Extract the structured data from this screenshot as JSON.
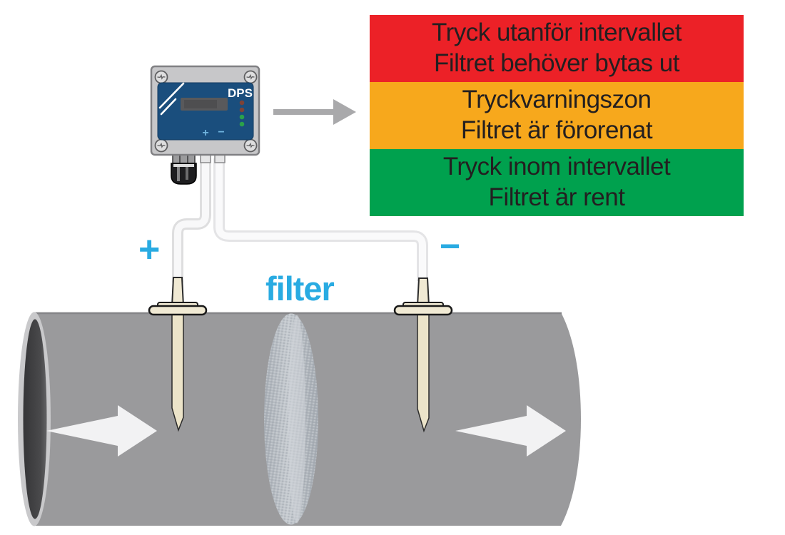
{
  "legend": {
    "bands": [
      {
        "status": "alarm",
        "color": "#EC2127",
        "lines": [
          "Tryck utanför intervallet",
          "Filtret behöver bytas ut"
        ]
      },
      {
        "status": "warning",
        "color": "#F7A81C",
        "lines": [
          "Tryckvarningszon",
          "Filtret är förorenat"
        ]
      },
      {
        "status": "ok",
        "color": "#00A14E",
        "lines": [
          "Tryck inom intervallet",
          "Filtret är rent"
        ]
      }
    ]
  },
  "device": {
    "name": "DPS",
    "plus_port_label": "+",
    "minus_port_label": "−",
    "leds": [
      {
        "color": "#7E4337",
        "state": "off-red"
      },
      {
        "color": "#7E4337",
        "state": "off-red"
      },
      {
        "color": "#2BA14A",
        "state": "green"
      },
      {
        "color": "#2BA14A",
        "state": "green"
      }
    ]
  },
  "diagram_labels": {
    "plus_probe": "+",
    "minus_probe": "−",
    "filter": "filter"
  },
  "colors": {
    "accent_blue": "#29ABE2",
    "panel_blue": "#1A4E7D",
    "pipe_gray": "#9A9A9C",
    "alarm_red": "#EC2127",
    "warning_orange": "#F7A81C",
    "ok_green": "#00A14E"
  }
}
